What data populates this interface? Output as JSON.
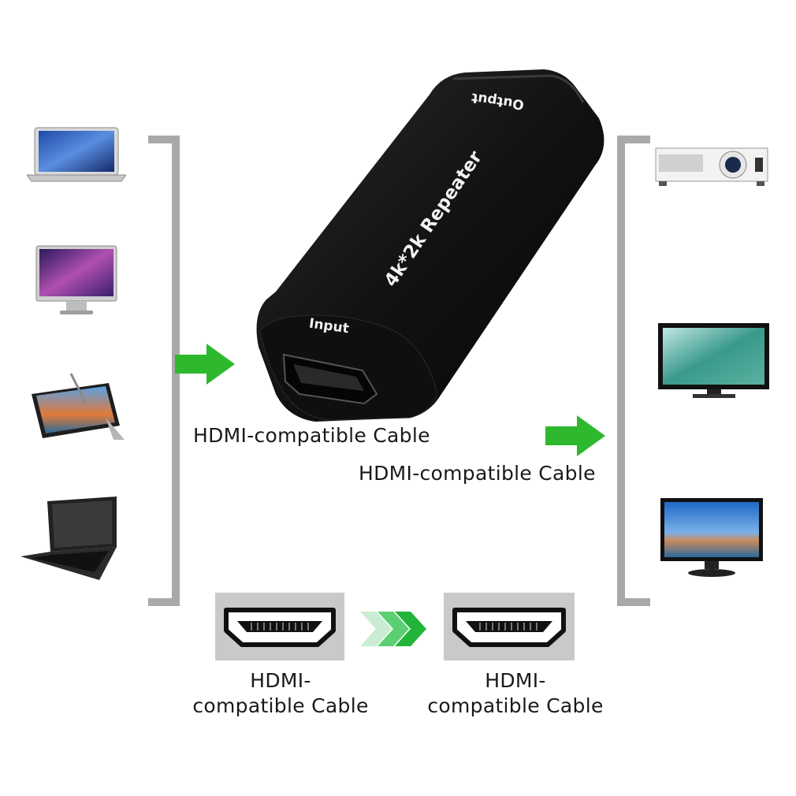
{
  "repeater": {
    "model_text": "4k*2k Repeater",
    "input_text": "Input",
    "output_text": "Output"
  },
  "labels": {
    "left_cable": "HDMI-compatible Cable",
    "right_cable": "HDMI-compatible Cable",
    "bottom_left_line1": "HDMI-",
    "bottom_left_line2": "compatible Cable",
    "bottom_right_line1": "HDMI-",
    "bottom_right_line2": "compatible Cable"
  },
  "source_devices": [
    "laptop-icon",
    "monitor-icon",
    "tablet-icon",
    "notebook-icon"
  ],
  "display_devices": [
    "projector-icon",
    "tv-icon",
    "monitor-icon"
  ],
  "colors": {
    "arrow_green": "#2db82d",
    "bracket_gray": "#a9a9a9",
    "port_box_gray": "#c9c9c9",
    "device_black": "#141414"
  }
}
